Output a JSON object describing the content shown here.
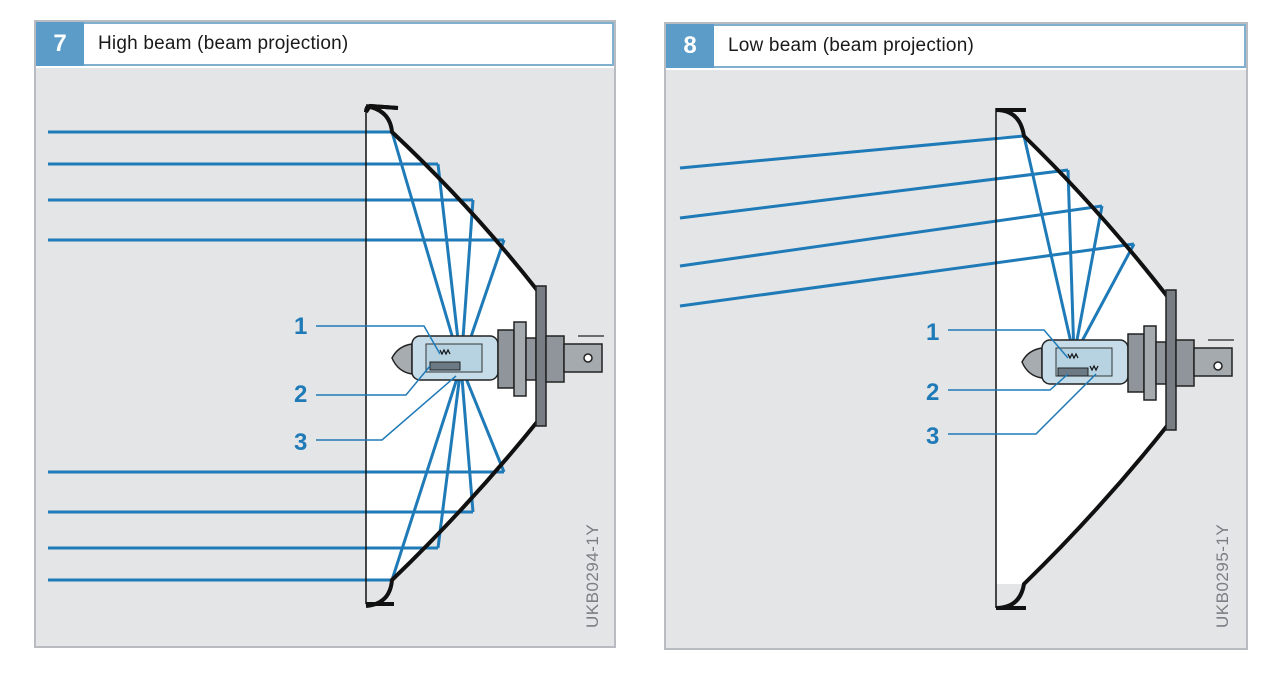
{
  "figures": [
    {
      "number": "7",
      "title": "High beam (beam projection)",
      "code": "UKB0294-1Y",
      "callouts": [
        "1",
        "2",
        "3"
      ]
    },
    {
      "number": "8",
      "title": "Low beam (beam projection)",
      "code": "UKB0295-1Y",
      "callouts": [
        "1",
        "2",
        "3"
      ]
    }
  ],
  "colors": {
    "beam": "#1f7ab8",
    "accent": "#5b9cc8",
    "panel": "#e4e5e6",
    "reflector": "#111111"
  }
}
